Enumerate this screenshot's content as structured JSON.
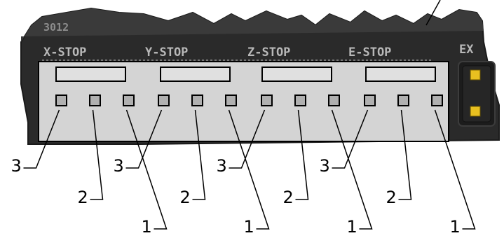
{
  "board": {
    "header_labels": [
      "X-STOP",
      "Y-STOP",
      "Z-STOP",
      "E-STOP"
    ],
    "corner_label": "3012",
    "edge_label": "EX"
  },
  "connectors": [
    {
      "name": "x-stop",
      "pins": [
        "3",
        "2",
        "1"
      ]
    },
    {
      "name": "y-stop",
      "pins": [
        "3",
        "2",
        "1"
      ]
    },
    {
      "name": "z-stop",
      "pins": [
        "3",
        "2",
        "1"
      ]
    },
    {
      "name": "e-stop",
      "pins": [
        "3",
        "2",
        "1"
      ]
    }
  ],
  "colors": {
    "pcb": "#2a2a2a",
    "silkscreen": "#b8b8b8",
    "housing": "#d4d4d4",
    "pin": "#b0b0b0",
    "callout": "#000000",
    "header_pin": "#e8c020"
  }
}
